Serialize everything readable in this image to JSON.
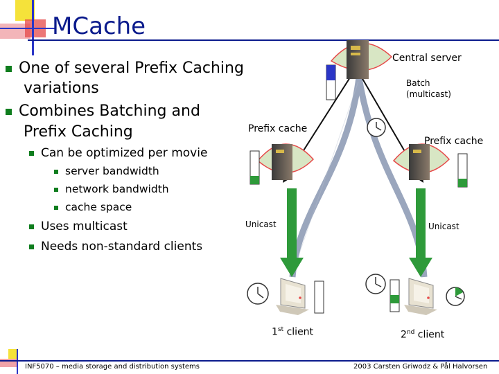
{
  "title": "MCache",
  "bullets": {
    "b1": "One of several Prefix Caching",
    "b1b": "variations",
    "b2": "Combines Batching and",
    "b2b": "Prefix Caching",
    "sub1": "Can be optimized per movie",
    "subsub": [
      "server bandwidth",
      "network bandwidth",
      "cache space"
    ],
    "sub2": "Uses multicast",
    "sub3": "Needs non-standard clients"
  },
  "diagram": {
    "central_server": "Central server",
    "batch": "Batch",
    "batch2": "(multicast)",
    "prefix_cache_left": "Prefix cache",
    "prefix_cache_right": "Prefix cache",
    "unicast_left": "Unicast",
    "unicast_right": "Unicast",
    "client1_num": "1",
    "client1_sup": "st",
    "client1_text": " client",
    "client2_num": "2",
    "client2_sup": "nd",
    "client2_text": " client"
  },
  "footer": {
    "left": "INF5070 – media storage and distribution systems",
    "right": "2003  Carsten Griwodz & Pål Halvorsen"
  },
  "colors": {
    "title": "#0a1a8c",
    "bullet": "#0f7d1e",
    "arrow": "#2e9a3a",
    "curve": "#9aa6bd",
    "logo_yellow": "#f5e23a",
    "logo_red": "#e64a4a",
    "logo_blue": "#2b36c7"
  }
}
